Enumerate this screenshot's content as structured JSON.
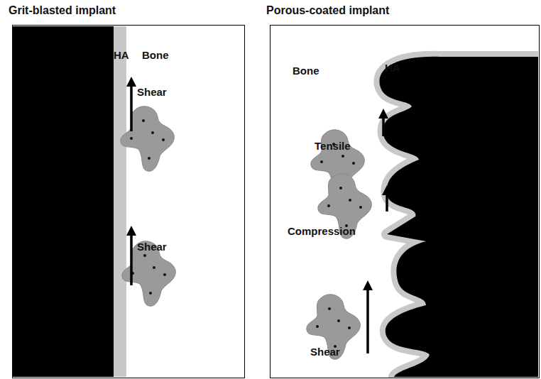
{
  "diagram": {
    "nodes": [
      {
        "text": [
          "Grit-blasted implant"
        ]
      },
      {
        "text": [
          "Porous-coated implant"
        ]
      }
    ],
    "labels": [
      "HA",
      "Bone",
      "Shear",
      "Shear",
      "Bone",
      "HA",
      "Tensile",
      "Compression",
      "Shear"
    ]
  }
}
